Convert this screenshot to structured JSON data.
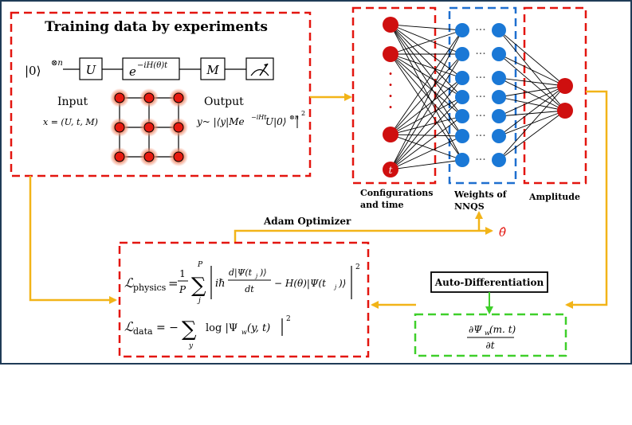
{
  "training": {
    "title": "Training data by experiments",
    "ket0": "|0⟩",
    "tensor_n": "⊗n",
    "gate_u": "U",
    "gate_evo": "e",
    "gate_evo_exp": "−iH(θ)t",
    "gate_m": "M",
    "input_label": "Input",
    "input_formula": "x = (U, t, M)",
    "output_label": "Output",
    "output_formula": "y~ |⟨y|Me",
    "output_exp": "−iHt",
    "output_formula_b": "U|0⟩",
    "output_tensor": "⊗n",
    "output_sq": "2"
  },
  "network": {
    "input_label_1": "Configurations",
    "input_label_2": "and time",
    "hidden_label_1": "Weights of",
    "hidden_label_2": "NNQS",
    "output_label": "Amplitude",
    "time_node": "t",
    "dots": "·",
    "hdots": "···"
  },
  "optimizer": {
    "label": "Adam Optimizer",
    "theta_hat": "θ̂"
  },
  "loss": {
    "physics_lhs": "ℒ",
    "physics_sub": "physics",
    "data_lhs": "ℒ",
    "data_sub": "data",
    "frac_num": "1",
    "frac_den": "P",
    "sum_top": "P",
    "sum_bottom": "j",
    "sum_bottom_data": "y",
    "deriv_num": "d|Ψ(t",
    "deriv_num_j": "j",
    "deriv_num_end": ")⟩",
    "deriv_den": "dt",
    "ihbar": "iℏ",
    "hterm": "− H(θ)|Ψ(t",
    "hterm_end": ")⟩",
    "data_rhs": "= −",
    "data_log": "log |Ψ",
    "data_w": "w",
    "data_args": "(y, t)",
    "sq": "2"
  },
  "autodiff": {
    "label": "Auto-Differentiation",
    "num": "∂Ψ",
    "num_sub": "w",
    "num_args": "(m. t)",
    "den": "∂t"
  },
  "colors": {
    "red_dash": "#e3150f",
    "blue_dash": "#1e6fcf",
    "green_dash": "#3fcf2a",
    "arrow": "#f2b418",
    "node_red": "#cf0f0f",
    "node_blue": "#1a78d6",
    "frame": "#1f3b57"
  }
}
